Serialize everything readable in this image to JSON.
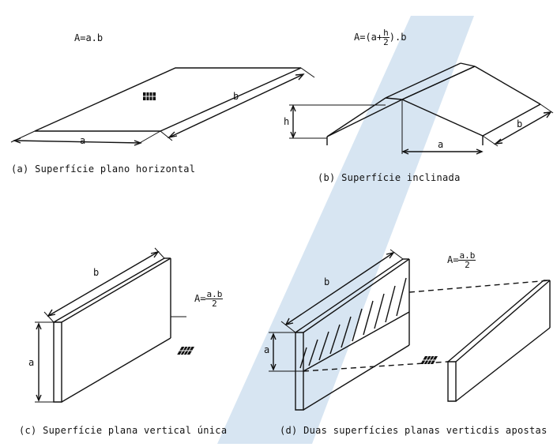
{
  "panels": {
    "a": {
      "caption": "(a) Superfície plano horizontal",
      "formula": "A=a.b",
      "dim_a": "a",
      "dim_b": "b"
    },
    "b": {
      "caption": "(b) Superfície inclinada",
      "formula_prefix": "A=(a+",
      "formula_num": "h",
      "formula_den": "2",
      "formula_suffix": ").b",
      "dim_h": "h",
      "dim_a": "a",
      "dim_b": "b"
    },
    "c": {
      "caption": "(c) Superfície plana vertical única",
      "formula_prefix": "A=",
      "formula_num": "a.b",
      "formula_den": "2",
      "dim_a": "a",
      "dim_b": "b"
    },
    "d": {
      "caption": "(d) Duas superfícies planas verticdis apostas",
      "formula_prefix": "A=",
      "formula_num": "a.b",
      "formula_den": "2",
      "dim_a": "a",
      "dim_b": "b"
    }
  },
  "watermark_color": "#c9dcee"
}
